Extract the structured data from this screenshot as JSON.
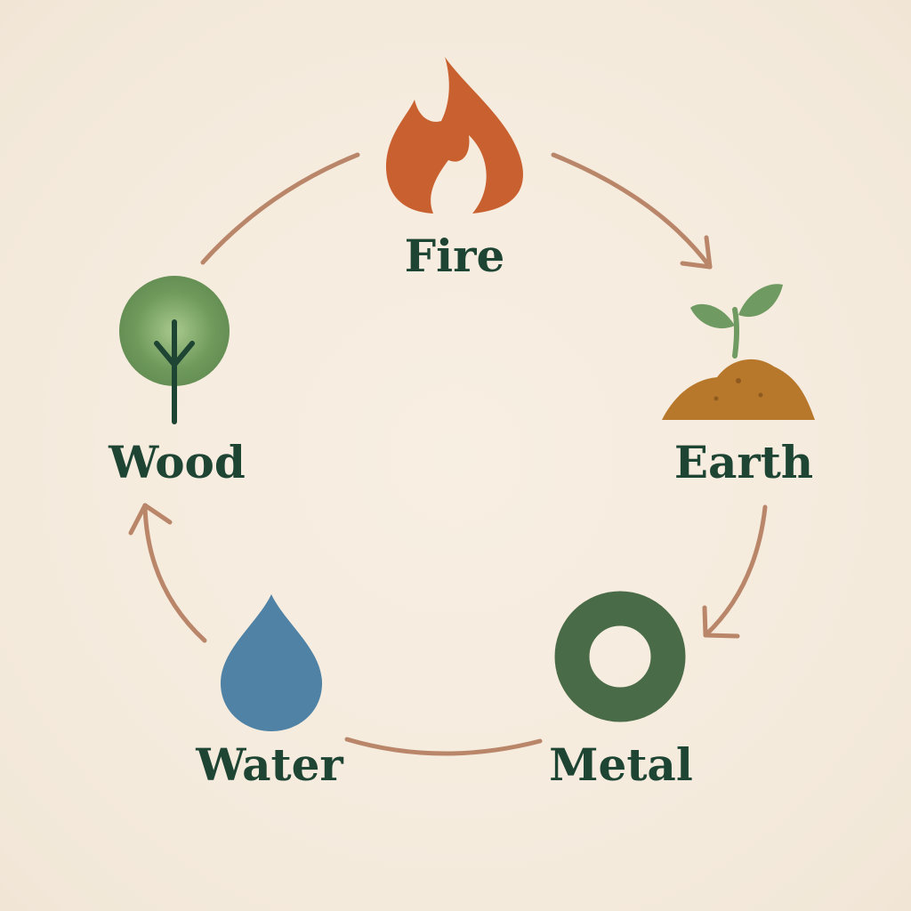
{
  "diagram": {
    "nodes": [
      {
        "id": "fire",
        "label": "Fire",
        "icon": "flame-icon"
      },
      {
        "id": "earth",
        "label": "Earth",
        "icon": "soil-sprout-icon"
      },
      {
        "id": "metal",
        "label": "Metal",
        "icon": "ring-icon"
      },
      {
        "id": "water",
        "label": "Water",
        "icon": "water-drop-icon"
      },
      {
        "id": "wood",
        "label": "Wood",
        "icon": "tree-icon"
      }
    ],
    "edges": [
      {
        "from": "fire",
        "to": "earth"
      },
      {
        "from": "earth",
        "to": "metal"
      },
      {
        "from": "metal",
        "to": "water"
      },
      {
        "from": "water",
        "to": "wood"
      },
      {
        "from": "wood",
        "to": "fire"
      }
    ]
  },
  "colors": {
    "background": "#f6ede0",
    "text": "#1e4433",
    "arrow": "#b9866a",
    "fire": "#c9602f",
    "earth": "#b8782c",
    "sprout": "#6f9a62",
    "metal": "#4a6b47",
    "water": "#4f82a4",
    "wood": "#6d9a5c",
    "trunk": "#1e4433"
  }
}
